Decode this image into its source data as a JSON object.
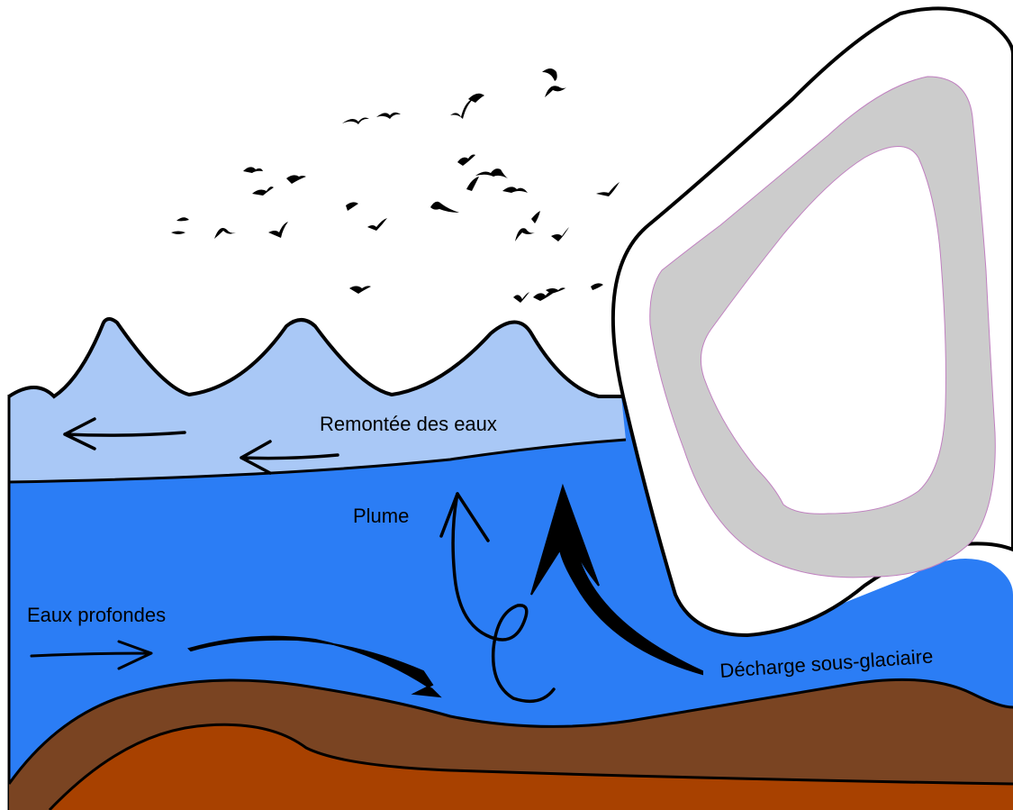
{
  "labels": {
    "upwelling": "Remontée des eaux",
    "plume": "Plume",
    "deep_water": "Eaux profondes",
    "subglacial_discharge": "Décharge sous-glaciaire"
  },
  "colors": {
    "surface_water": "#a9c8f6",
    "deep_water": "#2b7df5",
    "sediment": "#7a4422",
    "bedrock": "#a84100",
    "glacier_rim": "#cccccc",
    "ice": "#ffffff",
    "outline": "#000000"
  },
  "icons": {
    "birds": "bird-icon",
    "arrows": "flow-arrow-icon"
  }
}
